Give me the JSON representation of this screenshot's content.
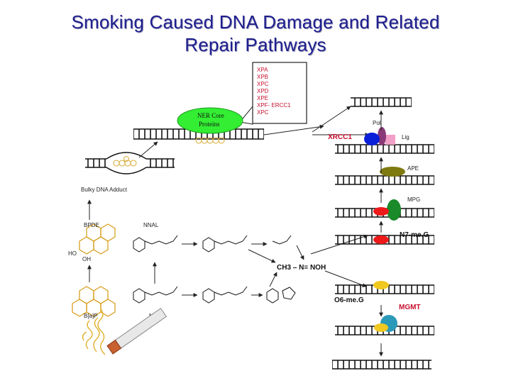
{
  "title": {
    "line1": "Smoking Caused DNA Damage and Related",
    "line2": "Repair Pathways"
  },
  "ner_box": {
    "proteins": [
      "XPA",
      "XPB",
      "XPC",
      "XPD",
      "XPE",
      "XPF- ERCC1",
      "XPC"
    ],
    "core_line1": "NER Core",
    "core_line2": "Proteins"
  },
  "labels": {
    "pol": "Pol",
    "xrcc1": "XRCC1",
    "lig": "Lig",
    "ape": "APE",
    "mpg": "MPG",
    "n7_meg": "N7-me.G",
    "o6_meg": "O6-me.G",
    "mgmt": "MGMT",
    "bulky_adduct": "Bulky DNA Adduct",
    "bpde": "BPDE",
    "nnal": "NNAL",
    "bap": "B[a]P",
    "nnk": "NNK",
    "methyldiazo": "CH3 – N≡ NOH",
    "ho": "HO",
    "oh": "OH"
  },
  "colors": {
    "title": "#1f1f8f",
    "red_text": "#c8102e",
    "ner_green": "#33ee33",
    "xrcc1_blue": "#0a1fd8",
    "lig_pink": "#f2a0c8",
    "pol_purple": "#8a3a78",
    "ape_olive": "#7f7a10",
    "mpg_green": "#1a8a2a",
    "lesion_red": "#ee1a1a",
    "o6_yellow": "#f0c820",
    "mgmt_teal": "#2a9ab8",
    "adduct_gold": "#d8b040"
  }
}
